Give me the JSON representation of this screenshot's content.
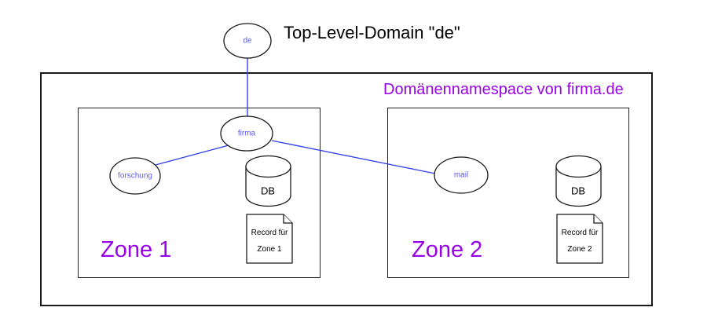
{
  "colors": {
    "purple": "#9902e6",
    "blue_line": "#3341f0",
    "node_text": "#5b5bef"
  },
  "header": {
    "title": "Top-Level-Domain \"de\""
  },
  "namespace": {
    "label": "Domänennamespace von firma.de"
  },
  "nodes": {
    "de": {
      "label": "de"
    },
    "firma": {
      "label": "firma"
    },
    "forschung": {
      "label": "forschung"
    },
    "mail": {
      "label": "mail"
    }
  },
  "zones": {
    "zone1": {
      "label": "Zone 1",
      "db": "DB",
      "record_line1": "Record für",
      "record_line2": "Zone 1"
    },
    "zone2": {
      "label": "Zone 2",
      "db": "DB",
      "record_line1": "Record für",
      "record_line2": "Zone 2"
    }
  }
}
